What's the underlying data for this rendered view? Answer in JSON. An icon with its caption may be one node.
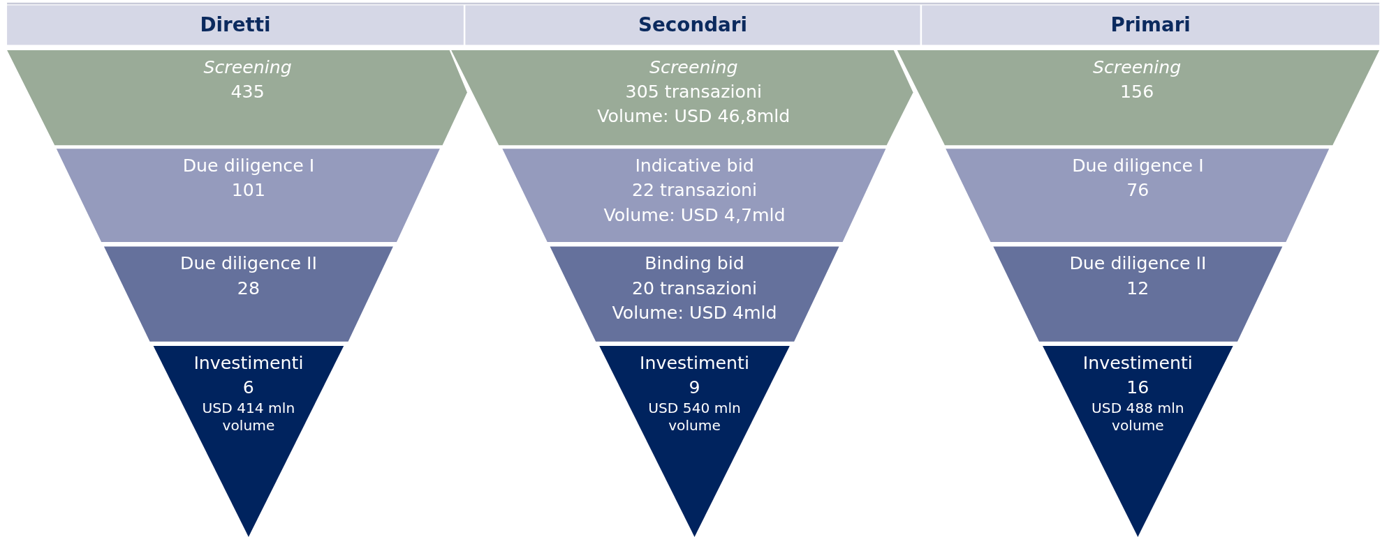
{
  "diagram": {
    "nodes": [
      {
        "text": [
          "Diretti"
        ]
      },
      {
        "text": [
          "Screening",
          "435"
        ]
      },
      {
        "text": [
          "Due diligence I",
          "101"
        ]
      },
      {
        "text": [
          "Due diligence II",
          "28"
        ]
      },
      {
        "text": [
          "Investimenti",
          "6",
          "USD 414 mln volume"
        ]
      },
      {
        "text": [
          "Secondari"
        ]
      },
      {
        "text": [
          "Screening",
          "305 transazioni",
          "Volume: USD 46,8mld"
        ]
      },
      {
        "text": [
          "Indicative bid",
          "22 transazioni",
          "Volume: USD 4,7mld"
        ]
      },
      {
        "text": [
          "Binding bid",
          "20 transazioni",
          "Volume: USD 4mld"
        ]
      },
      {
        "text": [
          "Investimenti",
          "9",
          "USD 540 mln volume"
        ]
      },
      {
        "text": [
          "Primari"
        ]
      },
      {
        "text": [
          "Screening",
          "156"
        ]
      },
      {
        "text": [
          "Due diligence I",
          "76"
        ]
      },
      {
        "text": [
          "Due diligence II",
          "12"
        ]
      },
      {
        "text": [
          "Investimenti",
          "16",
          "USD 488 mln volume"
        ]
      }
    ]
  }
}
